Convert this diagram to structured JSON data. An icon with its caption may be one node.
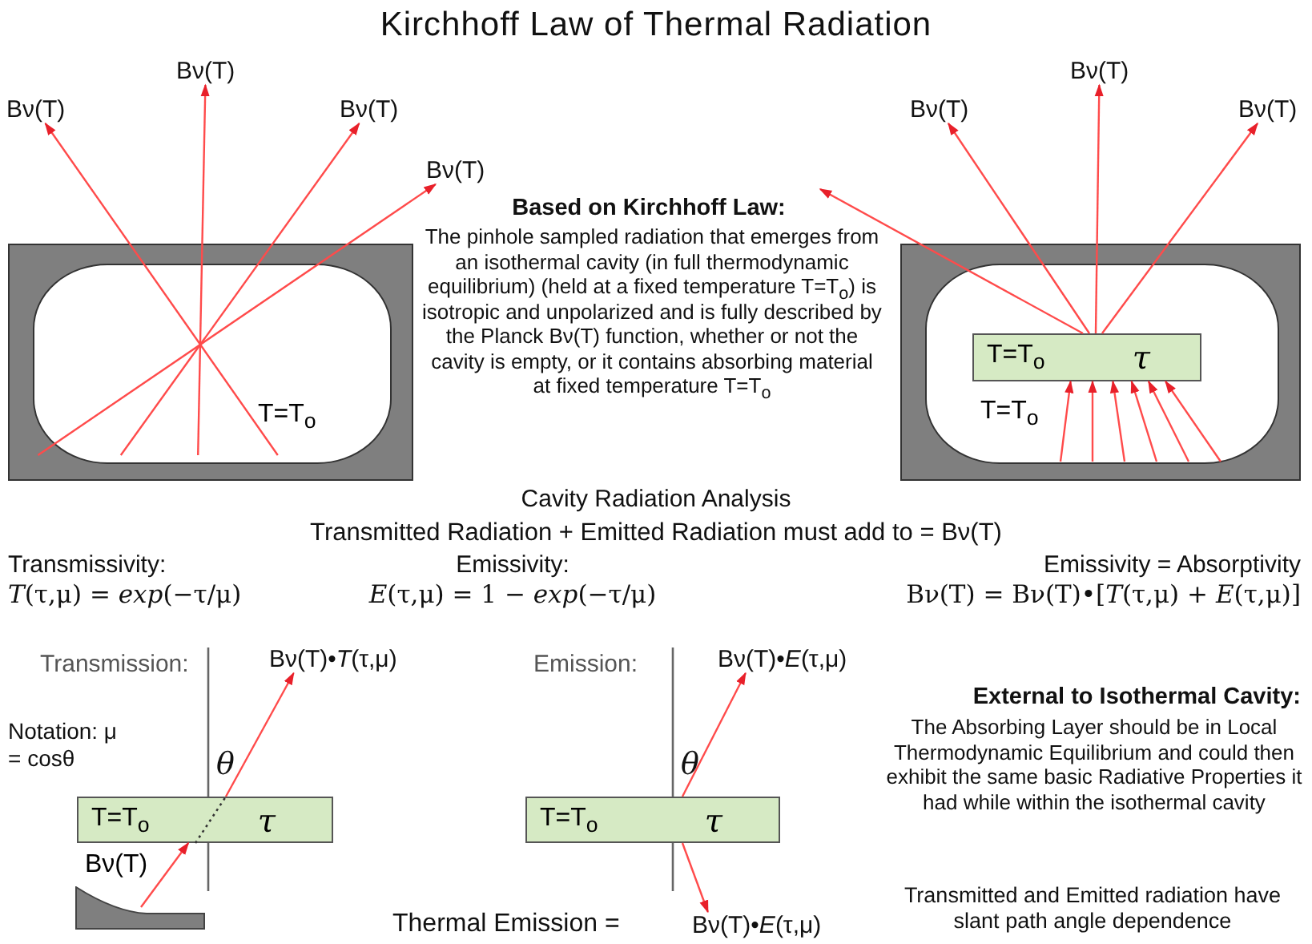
{
  "diagram": {
    "title": "Kirchhoff Law of Thermal Radiation",
    "nodes": [
      {
        "text": [
          "T=T$_{o}$"
        ]
      },
      {
        "text": [
          "Bν(T)"
        ]
      },
      {
        "text": [
          "Bν(T)"
        ]
      },
      {
        "text": [
          "Bν(T)"
        ]
      },
      {
        "text": [
          "Bν(T)"
        ]
      },
      {
        "text": [
          "T=T$_{o}$"
        ]
      },
      {
        "text": [
          "T=T$_{o}$",
          "τ"
        ],
        "in": 5
      },
      {
        "text": [
          "Bν(T)"
        ]
      },
      {
        "text": [
          "Bν(T)"
        ]
      },
      {
        "text": [
          "Bν(T)"
        ]
      },
      {
        "text": [
          "T=T$_{o}$",
          "τ"
        ]
      },
      {
        "text": [],
        "shape": "box",
        "beside": [
          "Bν(T)"
        ]
      },
      {
        "text": [
          "Bν(T)•*T*(τ,μ)"
        ]
      },
      {
        "text": [
          "T=T$_{o}$",
          "τ"
        ]
      },
      {
        "text": [
          "Bν(T)•*E*(τ,μ)"
        ]
      },
      {
        "text": [
          "Bν(T)•*E*(τ,μ)"
        ]
      }
    ],
    "edges": [
      {
        "from": 0,
        "to": 1,
        "arrow": "to"
      },
      {
        "from": 0,
        "to": 2,
        "arrow": "to"
      },
      {
        "from": 0,
        "to": 3,
        "arrow": "to"
      },
      {
        "from": 0,
        "to": 4,
        "arrow": "to"
      },
      {
        "from": 5,
        "to": 6,
        "arrow": "to"
      },
      {
        "from": 5,
        "to": 6,
        "arrow": "to"
      },
      {
        "from": 5,
        "to": 6,
        "arrow": "to"
      },
      {
        "from": 5,
        "to": 6,
        "arrow": "to"
      },
      {
        "from": 5,
        "to": 6,
        "arrow": "to"
      },
      {
        "from": 5,
        "to": 6,
        "arrow": "to"
      },
      {
        "from": 6,
        "to": 7,
        "arrow": "to"
      },
      {
        "from": 6,
        "to": 8,
        "arrow": "to"
      },
      {
        "from": 6,
        "to": 9,
        "arrow": "to"
      },
      {
        "from": 6,
        "to": null,
        "arrow": "to"
      },
      {
        "from": 11,
        "to": 10,
        "arrow": "to"
      },
      {
        "from": 10,
        "to": 12,
        "arrow": "to"
      },
      {
        "from": 13,
        "to": 14,
        "arrow": "to"
      },
      {
        "from": 13,
        "to": 15,
        "arrow": "to"
      }
    ],
    "labels": [
      "Based on Kirchhoff Law:",
      "The pinhole sampled radiation that emerges from an isothermal cavity (in full thermodynamic equilibrium) (held at a fixed temperature T=T$_{o}$) is isotropic and unpolarized and is fully described by the Planck Bν(T) function, whether or not the cavity is empty, or it contains absorbing material at fixed temperature T=T$_{o}$",
      "Cavity Radiation Analysis",
      "Transmitted Radiation + Emitted Radiation must add to = Bν(T)",
      "Transmissivity:",
      "Emissivity:",
      "Emissivity = Absorptivity",
      "*T*(τ,μ) = *exp*(−τ/μ)",
      "*E*(τ,μ) = 1 − *exp*(−τ/μ)",
      "Bν(T) = Bν(T)•[*T*(τ,μ) + *E*(τ,μ)]",
      "Transmission:",
      "Emission:",
      "External to Isothermal Cavity:",
      "Notation: μ = cosθ",
      "θ",
      "θ",
      "The Absorbing Layer should be in Local Thermodynamic Equilibrium and could then exhibit the same basic Radiative Properties it had while within the isothermal cavity",
      "Thermal Emission =",
      "Transmitted and Emitted radiation have slant path angle dependence"
    ]
  }
}
